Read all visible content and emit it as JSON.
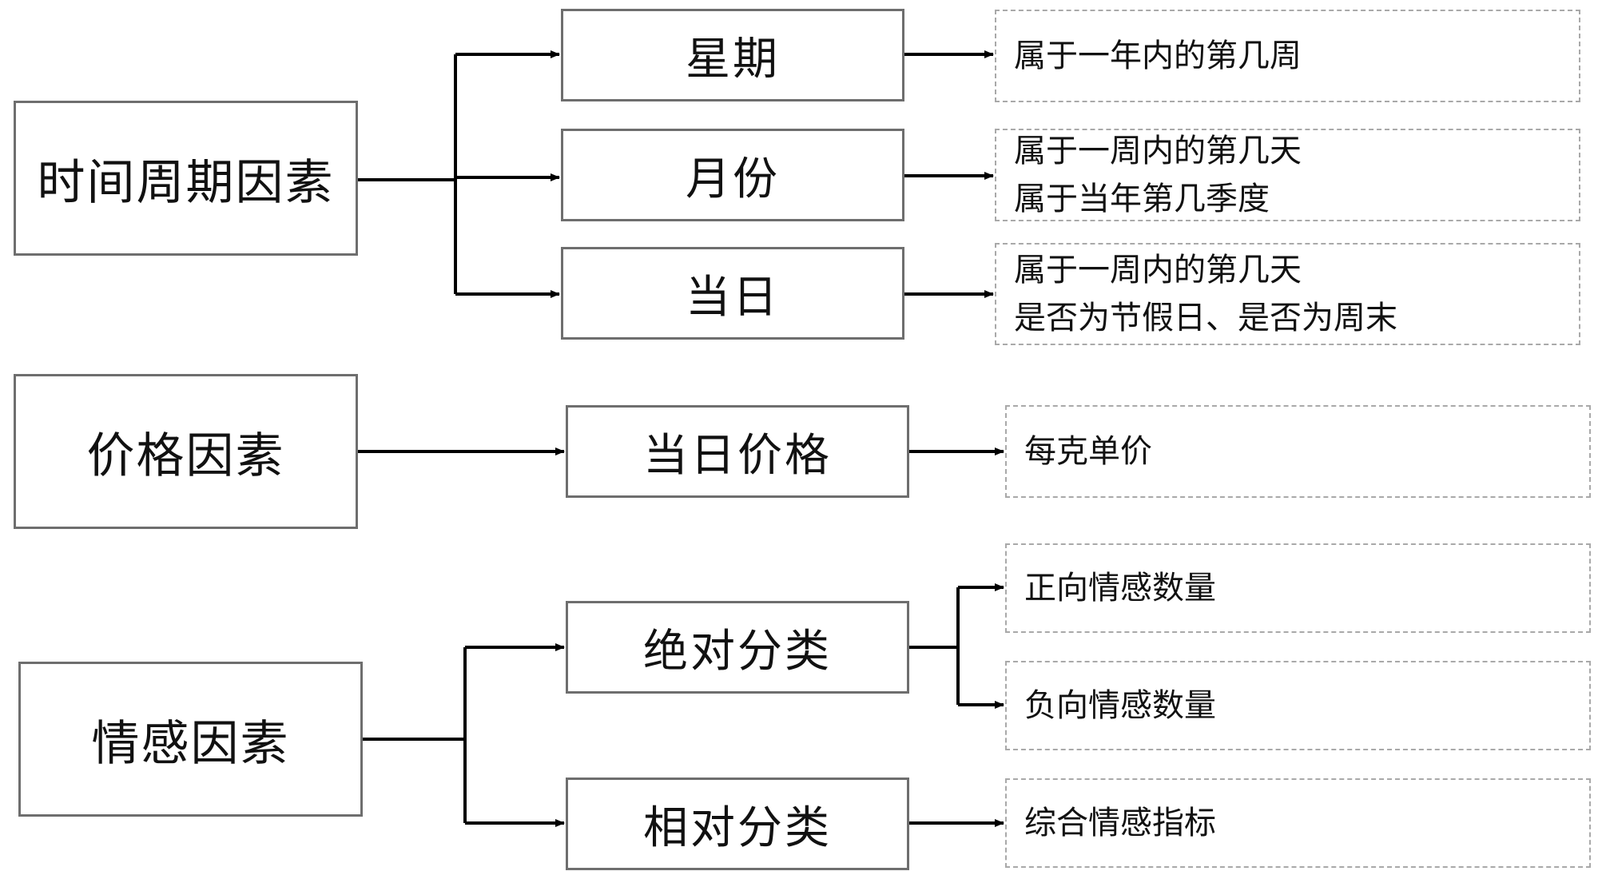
{
  "factors": [
    {
      "label": "时间周期因素",
      "subs": [
        {
          "label": "星期",
          "details": [
            "属于一年内的第几周"
          ]
        },
        {
          "label": "月份",
          "details": [
            "属于一周内的第几天",
            "属于当年第几季度"
          ]
        },
        {
          "label": "当日",
          "details": [
            "属于一周内的第几天",
            "是否为节假日、是否为周末"
          ]
        }
      ]
    },
    {
      "label": "价格因素",
      "subs": [
        {
          "label": "当日价格",
          "details": [
            "每克单价"
          ]
        }
      ]
    },
    {
      "label": "情感因素",
      "subs": [
        {
          "label": "绝对分类",
          "details": [
            "正向情感数量",
            "负向情感数量"
          ]
        },
        {
          "label": "相对分类",
          "details": [
            "综合情感指标"
          ]
        }
      ]
    }
  ]
}
